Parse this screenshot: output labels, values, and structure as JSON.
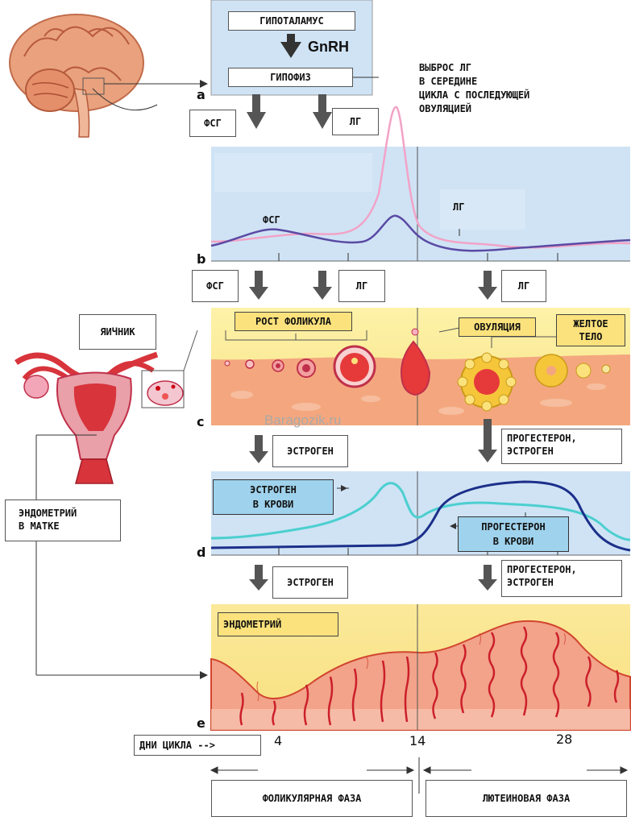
{
  "hypothalamus": "ГИПОТАЛАМУС",
  "gnrh": "GnRH",
  "pituitary": "ГИПОФИЗ",
  "fsh": "ФСГ",
  "lh": "ЛГ",
  "lh_surge": [
    "ВЫБРОС ЛГ",
    "В СЕРЕДИНЕ",
    "ЦИКЛА С ПОСЛЕДУЮЩЕЙ",
    "ОВУЛЯЦИЕЙ"
  ],
  "graph_fsh_label": "ФСГ",
  "graph_lh_label": "ЛГ",
  "ovary": "ЯИЧНИК",
  "follicle_growth": "РОСТ ФОЛИКУЛА",
  "ovulation": "ОВУЛЯЦИЯ",
  "corpus_luteum": [
    "ЖЕЛТОЕ",
    "ТЕЛО"
  ],
  "watermark": "Baragozik.ru",
  "estrogen": "ЭСТРОГЕН",
  "progesterone_estrogen": [
    "ПРОГЕСТЕРОН,",
    "ЭСТРОГЕН"
  ],
  "estrogen_blood": [
    "ЭСТРОГЕН",
    "В КРОВИ"
  ],
  "progesterone_blood": [
    "ПРОГЕСТЕРОН",
    "В КРОВИ"
  ],
  "endometrium_uterus": [
    "ЭНДОМЕТРИЙ",
    "В МАТКЕ"
  ],
  "endometrium": "ЭНДОМЕТРИЙ",
  "cycle_days": "ДНИ ЦИКЛА -->",
  "days": [
    "4",
    "14",
    "28"
  ],
  "follicular_phase": "ФОЛИКУЛЯРНАЯ ФАЗА",
  "luteal_phase": "ЛЮТЕИНОВАЯ ФАЗА",
  "panel_letters": [
    "a",
    "b",
    "c",
    "d",
    "e"
  ],
  "colors": {
    "panel_blue": "#cfe3f5",
    "yellow": "#fbe27c",
    "pink": "#f2a3c7",
    "purple": "#5a4aa3",
    "cyan": "#4ccfcf",
    "navy": "#1c2f8a",
    "red": "#cc1f2a"
  }
}
